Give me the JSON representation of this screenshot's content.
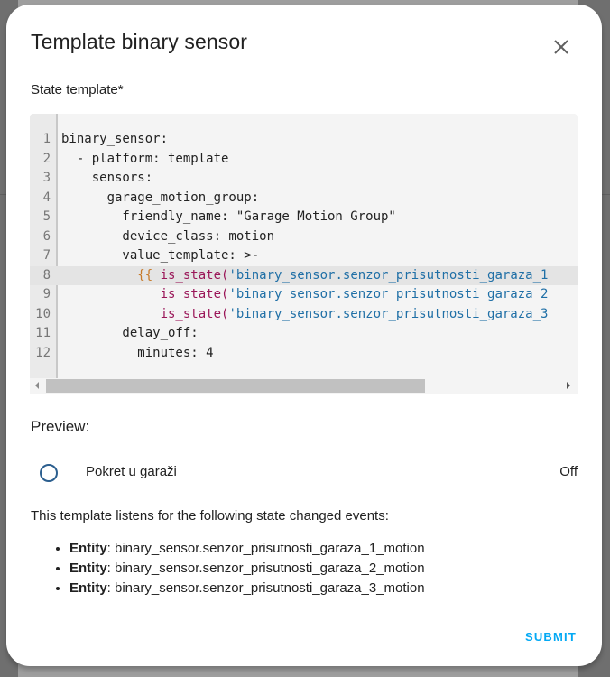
{
  "dialog": {
    "title": "Template binary sensor",
    "close_icon": "close-icon"
  },
  "state_template": {
    "label": "State template*",
    "lines": [
      {
        "n": "1",
        "text": "binary_sensor:"
      },
      {
        "n": "2",
        "text": "  - platform: template"
      },
      {
        "n": "3",
        "text": "    sensors:"
      },
      {
        "n": "4",
        "text": "      garage_motion_group:"
      },
      {
        "n": "5",
        "text": "        friendly_name: \"Garage Motion Group\""
      },
      {
        "n": "6",
        "text": "        device_class: motion"
      },
      {
        "n": "7",
        "text": "        value_template: >-"
      },
      {
        "n": "8",
        "indent": "          ",
        "brace": "{{ ",
        "fn": "is_state(",
        "str": "'binary_sensor.senzor_prisutnosti_garaza_1"
      },
      {
        "n": "9",
        "indent": "             ",
        "fn": "is_state(",
        "str": "'binary_sensor.senzor_prisutnosti_garaza_2"
      },
      {
        "n": "10",
        "indent": "             ",
        "fn": "is_state(",
        "str": "'binary_sensor.senzor_prisutnosti_garaza_3"
      },
      {
        "n": "11",
        "text": "        delay_off:"
      },
      {
        "n": "12",
        "text": "          minutes: 4"
      }
    ],
    "active_line": 8
  },
  "preview": {
    "label": "Preview:",
    "entity_name": "Pokret u garaži",
    "entity_state": "Off",
    "entity_icon": "circle-outline-icon",
    "icon_color": "#2c5f8f"
  },
  "listens": {
    "text": "This template listens for the following state changed events:",
    "entities": [
      {
        "label": "Entity",
        "value": ": binary_sensor.senzor_prisutnosti_garaza_1_motion"
      },
      {
        "label": "Entity",
        "value": ": binary_sensor.senzor_prisutnosti_garaza_2_motion"
      },
      {
        "label": "Entity",
        "value": ": binary_sensor.senzor_prisutnosti_garaza_3_motion"
      }
    ]
  },
  "actions": {
    "submit_label": "SUBMIT",
    "accent": "#03a9f4"
  }
}
